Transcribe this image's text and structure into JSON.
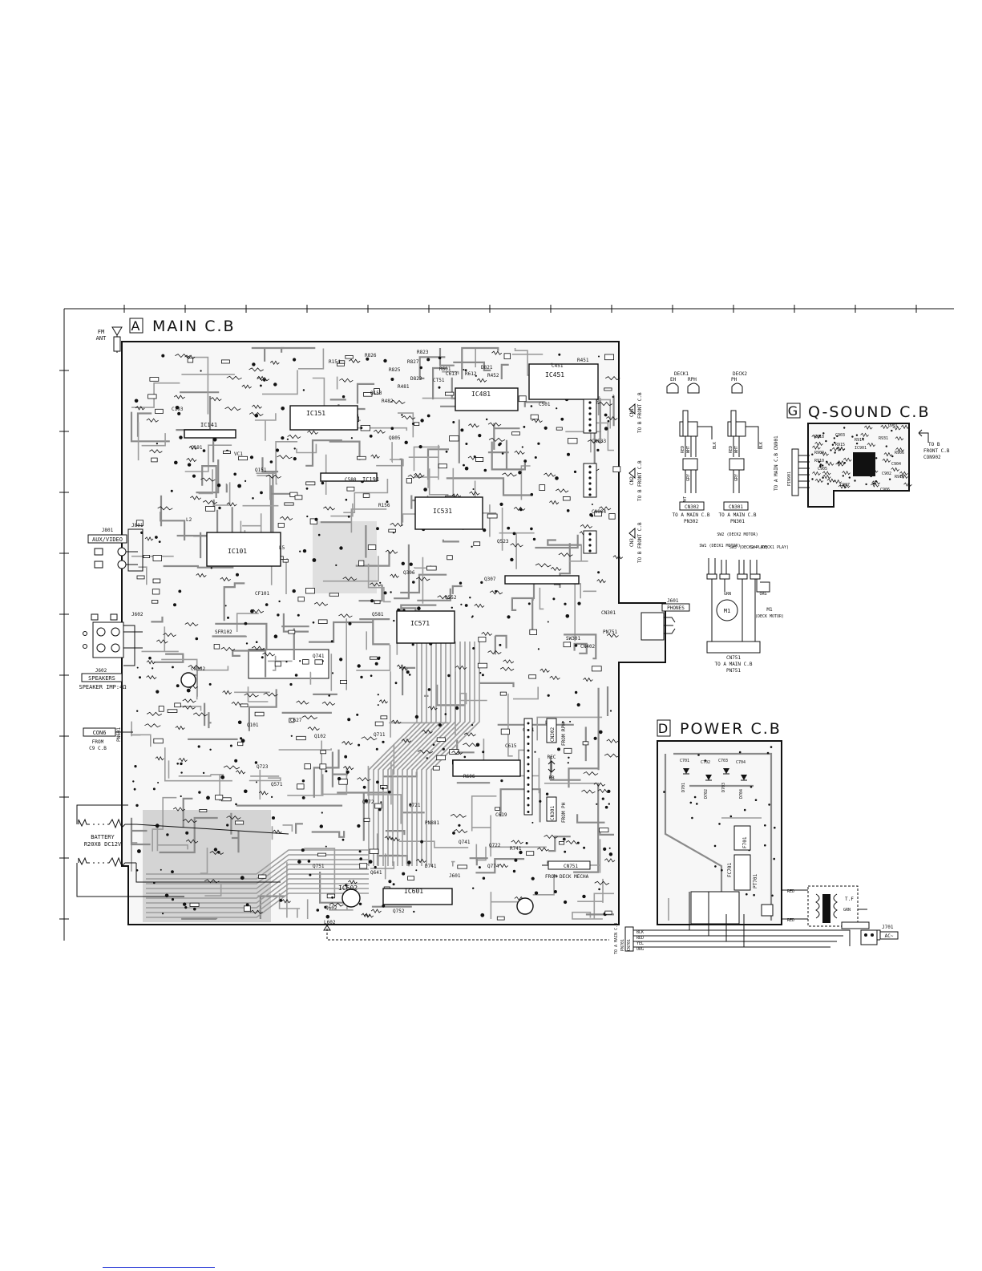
{
  "boards": {
    "main": {
      "letter": "A",
      "title": "MAIN C.B"
    },
    "qsound": {
      "letter": "G",
      "title": "Q-SOUND C.B"
    },
    "power": {
      "letter": "D",
      "title": "POWER C.B"
    }
  },
  "main_labels": {
    "fm_ant": [
      "FM",
      "ANT"
    ],
    "aux_video": "AUX/VIDEO",
    "j801": "J801",
    "j602": "J602",
    "speakers": "SPEAKERS",
    "speaker_imp": "SPEAKER IMP:4Ω",
    "con6": "CON6",
    "from_c9": "FROM",
    "c9_cb": "C9 C.B",
    "pn601": "PN601",
    "battery": "BATTERY",
    "battery_spec": "R20X8 DC12V",
    "phones": "PHONES",
    "j601": "J601",
    "from_rph": "FROM RPH",
    "from_ph": "FROM PH",
    "rec_pb": [
      "REC",
      "PB"
    ],
    "from_deck_mecha": "FROM DECK MECHA",
    "to_front_cb": "TO B FRONT C.B",
    "connectors": [
      "CN1",
      "CN2",
      "CN3"
    ],
    "ic_labels": [
      "IC451",
      "IC481",
      "IC151",
      "IC531",
      "IC101",
      "IC571",
      "IC601",
      "IC602",
      "IC191",
      "IC141"
    ],
    "parts": [
      "R823",
      "R826",
      "R827",
      "R825",
      "R154",
      "R451",
      "R452",
      "C451",
      "C501",
      "CN802",
      "CN803",
      "CN804",
      "Q153",
      "Q805",
      "Q151",
      "Q523",
      "Q307",
      "Q306",
      "Q552",
      "Q581",
      "C580",
      "R156",
      "C191",
      "C193",
      "VC1",
      "L2",
      "L5",
      "CF101",
      "SFR102",
      "Q101",
      "Q102",
      "Q711",
      "Q723",
      "Q571",
      "Q572",
      "Q721",
      "Q722",
      "Q774",
      "Q641",
      "Q602",
      "Q752",
      "Q751",
      "Q741",
      "Q741",
      "D741",
      "PN701",
      "R741",
      "C721",
      "L41",
      "C615",
      "R606",
      "C627",
      "CN751",
      "PN751",
      "SW301",
      "CN302",
      "CN301",
      "CN402",
      "PN881",
      "J601",
      "L602",
      "C619",
      "R601",
      "CT51",
      "R612",
      "C613",
      "D821",
      "D822",
      "R481",
      "R482"
    ]
  },
  "deck_labels": {
    "deck1": "DECK1",
    "deck2": "DECK2",
    "eh": "EH",
    "rph": "RPH",
    "ph": "PH",
    "cn302": "CN302",
    "cn301": "CN301",
    "pn302": "PN302",
    "pn301": "PN301",
    "to_main": "TO A MAIN C.B",
    "wires_left": [
      "RED",
      "WHT",
      "GRY"
    ],
    "wires_rph": [
      "RED",
      "WHT",
      "BLK"
    ],
    "wires_ph": [
      "RED",
      "WHT",
      "BLK"
    ],
    "sw_labels": [
      "SW1 (DECK1 MOTOR)",
      "SW2 (DECK2 MOTOR)",
      "SW3 (DECK2 PLAY)",
      "SW4 (DECK1 PLAY)"
    ],
    "m1": "M1",
    "deck_motor": "(DECK MOTOR)",
    "cn751": "CN751",
    "pn751": "PN751",
    "org": "ORG",
    "grn": "GRN"
  },
  "qsound_labels": {
    "to_front": [
      "TO B",
      "FRONT C.B",
      "CON902"
    ],
    "to_main": "TO A MAIN C.B CN901",
    "pin901": "PIN901",
    "cn901": "CN901",
    "parts": [
      "R918",
      "C903",
      "IC901",
      "Q901",
      "R914",
      "R931",
      "C904",
      "C906",
      "C907",
      "C905",
      "C902",
      "R909",
      "R910",
      "R915",
      "R906",
      "R916"
    ]
  },
  "power_labels": {
    "parts": [
      "D701",
      "D702",
      "D703",
      "D704",
      "C701",
      "C702",
      "C703",
      "C704",
      "FC702",
      "F701",
      "FC701",
      "PT701"
    ],
    "t_f": "T.F",
    "red": "RED",
    "grn": "GRN",
    "blk": "BLK",
    "yel": "YEL",
    "org": "ORG",
    "j701": "J701",
    "ac": "AC~",
    "cn701": "CN701",
    "pn701": "PN701",
    "to_main": "TO A MAIN C.B"
  }
}
